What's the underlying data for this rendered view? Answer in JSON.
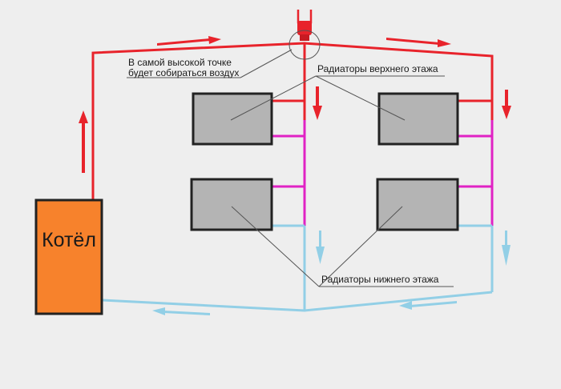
{
  "labels": {
    "high_point_line1": "В самой высокой точке",
    "high_point_line2": "будет собираться воздух",
    "upper_radiators": "Радиаторы верхнего этажа",
    "lower_radiators": "Радиаторы нижнего этажа",
    "boiler": "Котёл"
  },
  "colors": {
    "background": "#eeeeee",
    "supply_hot": "#e8232b",
    "upper_return": "#e022c4",
    "return_cold": "#92cfe6",
    "boiler_fill": "#f7822c",
    "radiator_fill": "#b4b4b4",
    "outline": "#222222",
    "leader_line": "#555555"
  },
  "icons": {
    "air_vent": "air-vent-icon",
    "flow_arrow": "flow-arrow-icon"
  }
}
